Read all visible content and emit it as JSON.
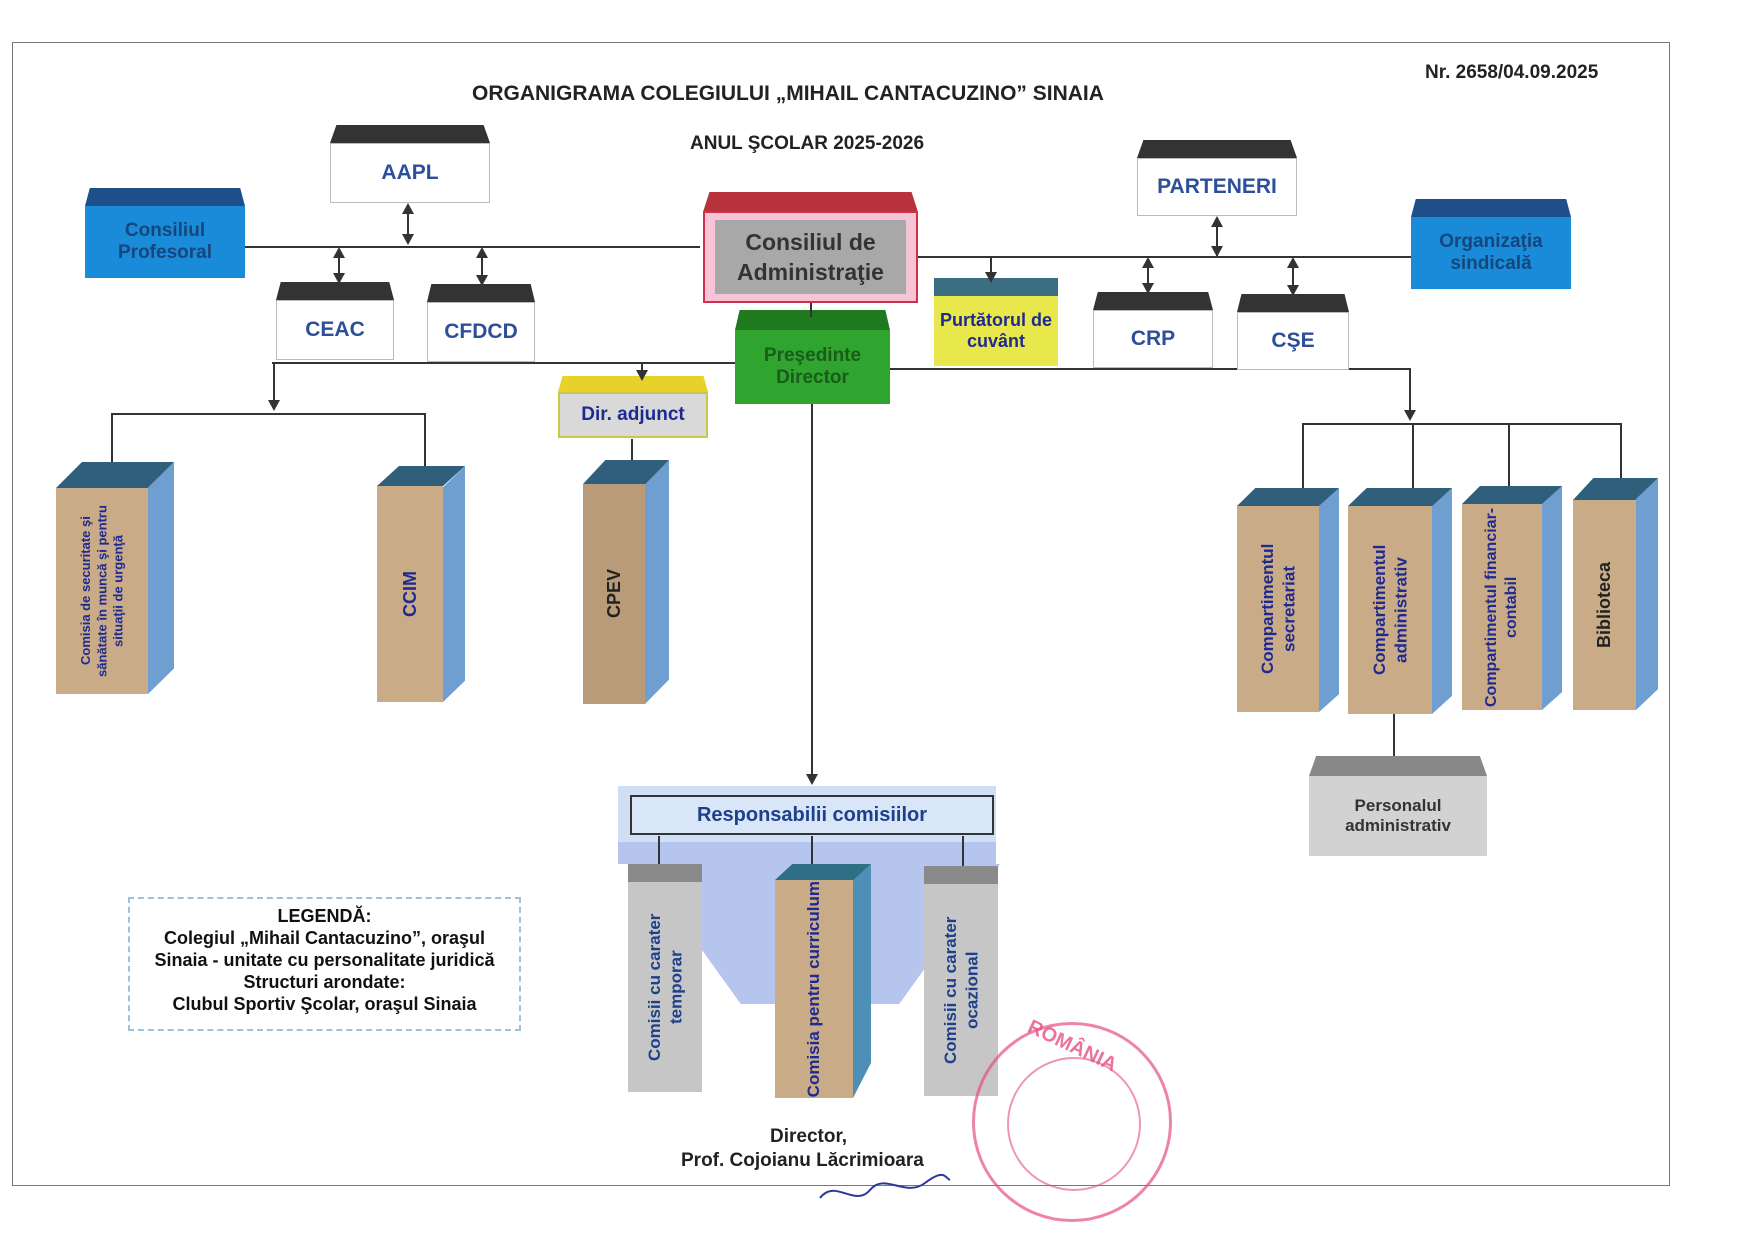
{
  "document": {
    "number": "Nr. 2658/04.09.2025",
    "title": "ORGANIGRAMA COLEGIULUI „MIHAIL CANTACUZINO” SINAIA",
    "subtitle": "ANUL ŞCOLAR 2025-2026"
  },
  "nodes": {
    "aapl": "AAPL",
    "consiliul_profesoral": "Consiliul Profesoral",
    "ceac": "CEAC",
    "cfdcd": "CFDCD",
    "consiliul_administratie": "Consiliul de Administraţie",
    "presedinte_director": "Preşedinte Director",
    "purtatorul_de_cuvant": "Purtătorul de cuvânt",
    "parteneri": "PARTENERI",
    "crp": "CRP",
    "cse": "CŞE",
    "organizatia_sindicala": "Organizaţia sindicală",
    "dir_adjunct": "Dir. adjunct",
    "comisia_securitate": "Comisia de securitate şi sănătate în muncă şi pentru situaţii de urgenţă",
    "ccim": "CCIM",
    "cpev": "CPEV",
    "compartimentul_secretariat": "Compartimentul secretariat",
    "compartimentul_administrativ": "Compartimentul administrativ",
    "compartimentul_financiar": "Compartimentul financiar-contabil",
    "biblioteca": "Biblioteca",
    "personalul_administrativ": "Personalul administrativ",
    "responsabilii_comisiilor": "Responsabilii comisiilor",
    "comisii_temporar": "Comisii cu carater temporar",
    "comisia_curriculum": "Comisia pentru curriculum",
    "comisii_ocazional": "Comisii cu carater ocazional"
  },
  "legend": {
    "heading": "LEGENDĂ:",
    "line1": "Colegiul „Mihail Cantacuzino”, oraşul",
    "line2": "Sinaia - unitate cu personalitate juridică",
    "line3": "Structuri arondate:",
    "line4": "Clubul Sportiv Şcolar, oraşul Sinaia"
  },
  "signature": {
    "role": "Director,",
    "name": "Prof. Cojoianu Lăcrimioara"
  },
  "stamp": {
    "text": "ROMÂNIA"
  }
}
